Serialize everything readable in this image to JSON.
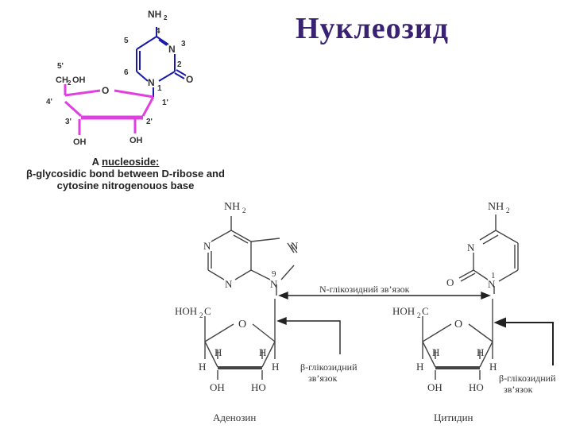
{
  "title": "Нуклеозид",
  "colors": {
    "title": "#3a2272",
    "ribose": "#e040e0",
    "base_blue": "#1a1aa8",
    "ink": "#333333"
  },
  "top_structure": {
    "atoms": {
      "nh2": "NH",
      "nh2_sub": "2",
      "n3": "N",
      "n1": "N",
      "o2": "O",
      "ch2oh": "CH",
      "ch2oh_sub": "2",
      "ch2oh_tail": "OH",
      "ring_o": "O",
      "oh3": "OH",
      "oh2": "OH"
    },
    "numbers": {
      "p4": "4",
      "p5": "5",
      "p3": "3",
      "p2": "2",
      "p6": "6",
      "p1": "1",
      "p5p": "5'",
      "p4p": "4'",
      "p1p": "1'",
      "p3p": "3'",
      "p2p": "2'"
    },
    "caption": {
      "line1_prefix": "A ",
      "line1_word": "nucleoside:",
      "line2": "β-glycosidic bond between D-ribose and",
      "line3": "cytosine nitrogenouos base"
    }
  },
  "adenosine": {
    "nh2": "NH",
    "nh2_sub": "2",
    "n_a": "N",
    "n_b": "N",
    "n_c": "N",
    "n9": "N",
    "pos9": "9",
    "hoh2c": "HOH",
    "hoh2c_sub": "2",
    "hoh2c_tail": "C",
    "ring_o": "O",
    "h1": "H",
    "h2": "H",
    "h3": "H",
    "h4": "H",
    "oh": "OH",
    "ho": "HO",
    "beta_label_1": "β-глікозидний",
    "beta_label_2": "зв’язок",
    "name": "Аденозин"
  },
  "cytidine": {
    "nh2": "NH",
    "nh2_sub": "2",
    "n3": "N",
    "n1": "N",
    "pos1": "1",
    "o2": "O",
    "hoh2c": "HOH",
    "hoh2c_sub": "2",
    "hoh2c_tail": "C",
    "ring_o": "O",
    "h1": "H",
    "h2": "H",
    "h3": "H",
    "h4": "H",
    "oh": "OH",
    "ho": "HO",
    "beta_label_1": "β-глікозидний",
    "beta_label_2": "зв’язок",
    "name": "Цитидин"
  },
  "n_glycosidic_label": "N-глікозидний зв’язок"
}
